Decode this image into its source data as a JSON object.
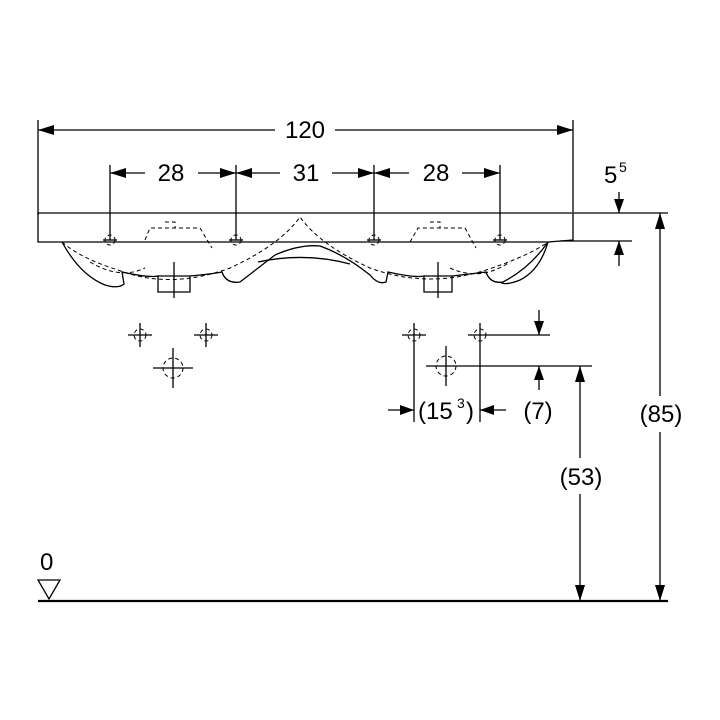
{
  "dimensions": {
    "overall_width": "120",
    "left_gap": "28",
    "middle_gap": "31",
    "right_gap": "28",
    "rim_thickness": "5",
    "rim_thickness_sup": "5",
    "hole_spacing": "(15",
    "hole_spacing_sup": "3",
    "hole_spacing_close": ")",
    "hole_drop": "(7)",
    "drain_height": "(53)",
    "total_height": "(85)",
    "floor_level": "0"
  }
}
